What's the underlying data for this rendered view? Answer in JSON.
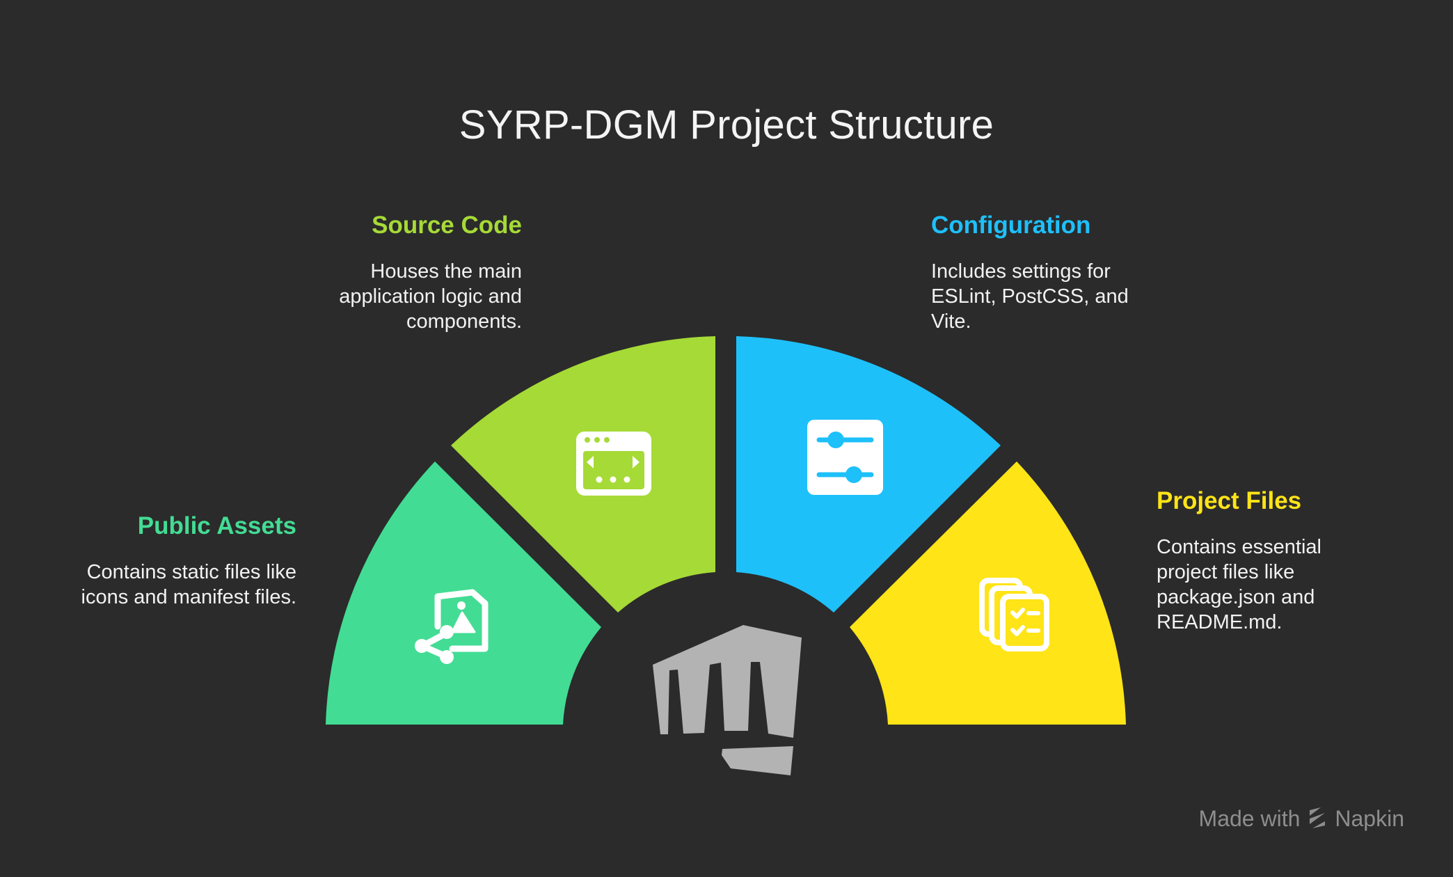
{
  "title": "SYRP-DGM Project Structure",
  "segments": [
    {
      "heading": "Public Assets",
      "description": "Contains static files like icons and manifest files.",
      "color": "#43dc94",
      "icon": "image-share-icon"
    },
    {
      "heading": "Source Code",
      "description": "Houses the main application logic and components.",
      "color": "#a6da37",
      "icon": "code-window-icon"
    },
    {
      "heading": "Configuration",
      "description": "Includes settings for ESLint, PostCSS, and Vite.",
      "color": "#1ec0fa",
      "icon": "sliders-icon"
    },
    {
      "heading": "Project Files",
      "description": "Contains essential project files like package.json and README.md.",
      "color": "#ffe417",
      "icon": "checklist-documents-icon"
    }
  ],
  "center_icon": "fist-icon",
  "footer": {
    "made_with": "Made with",
    "brand": "Napkin",
    "color": "#8e8e8e"
  }
}
